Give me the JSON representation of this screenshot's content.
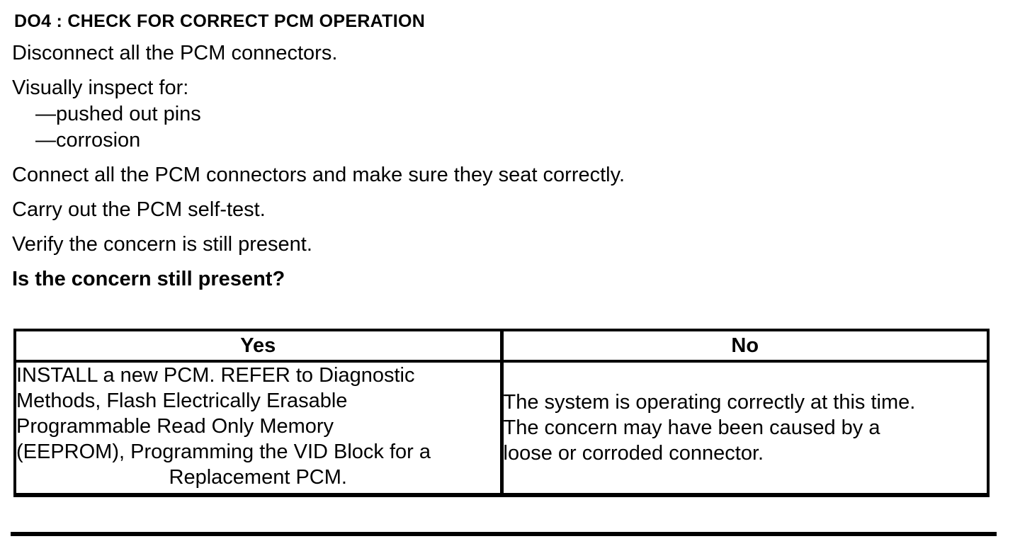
{
  "title": "DO4 : CHECK FOR CORRECT PCM OPERATION",
  "instructions": {
    "disconnect": "Disconnect all the PCM connectors.",
    "inspect": "Visually inspect for:",
    "inspect_items": [
      "—pushed out pins",
      "—corrosion"
    ],
    "connect": "Connect all the PCM connectors and make sure they seat correctly.",
    "selftest": "Carry out the PCM self-test.",
    "verify": "Verify the concern is still present.",
    "question": "Is the concern still present?"
  },
  "decision_table": {
    "headers": {
      "yes": "Yes",
      "no": "No"
    },
    "yes_result_lines": [
      "INSTALL a new PCM. REFER to Diagnostic",
      "Methods, Flash Electrically Erasable",
      "Programmable Read Only Memory",
      "(EEPROM), Programming the VID Block for a",
      "Replacement PCM."
    ],
    "no_result_lines": [
      "The system is operating correctly at this time.",
      "The concern may have been caused by a",
      "loose or corroded connector."
    ]
  },
  "colors": {
    "text": "#000000",
    "background": "#ffffff",
    "border": "#000000"
  }
}
